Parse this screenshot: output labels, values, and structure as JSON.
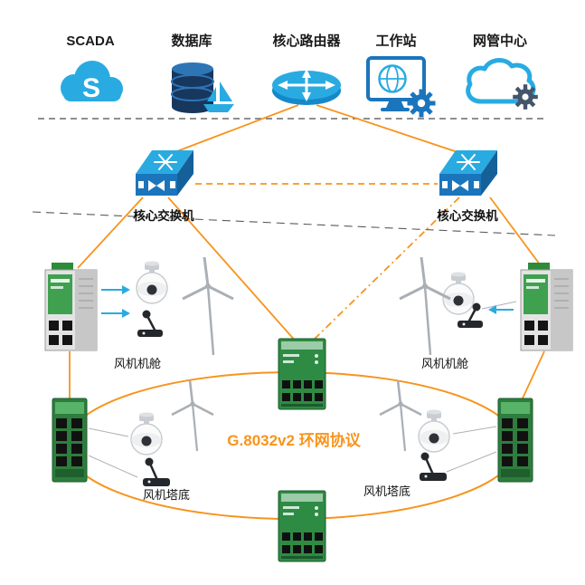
{
  "diagram": {
    "scada_glyph": "S",
    "top_row": [
      {
        "label": "SCADA",
        "icon": "scada-cloud-icon"
      },
      {
        "label": "数据库",
        "icon": "database-icon"
      },
      {
        "label": "核心路由器",
        "icon": "core-router-icon"
      },
      {
        "label": "工作站",
        "icon": "workstation-icon"
      },
      {
        "label": "网管中心",
        "icon": "nms-cloud-gear-icon"
      }
    ],
    "core_switches": [
      {
        "label": "核心交换机"
      },
      {
        "label": "核心交换机"
      }
    ],
    "ring_protocol": "G.8032v2 环网协议",
    "site_labels": {
      "nacelle_left": "风机机舱",
      "nacelle_right": "风机机舱",
      "tower_base_left": "风机塔底",
      "tower_base_right": "风机塔底"
    },
    "icons": {
      "scada": "cloud-with-s",
      "database": "cylinder-stack-with-ship",
      "router": "disk-with-cross-arrows",
      "workstation": "monitor-globe-gear",
      "nms": "cloud-with-gear",
      "core_switch": "3d-switch-asterisk",
      "field_switch": "din-rail-ethernet-switch",
      "ring_switch": "green-ethernet-switch",
      "camera": "ptz-dome-camera",
      "turbine": "wind-turbine",
      "intercom": "desk-microphone"
    },
    "colors": {
      "line_orange": "#F7941D",
      "device_blue": "#29ABE2",
      "device_dark_blue": "#1B75BC",
      "database_navy": "#17375E",
      "switch_green": "#2E7D3E"
    }
  }
}
